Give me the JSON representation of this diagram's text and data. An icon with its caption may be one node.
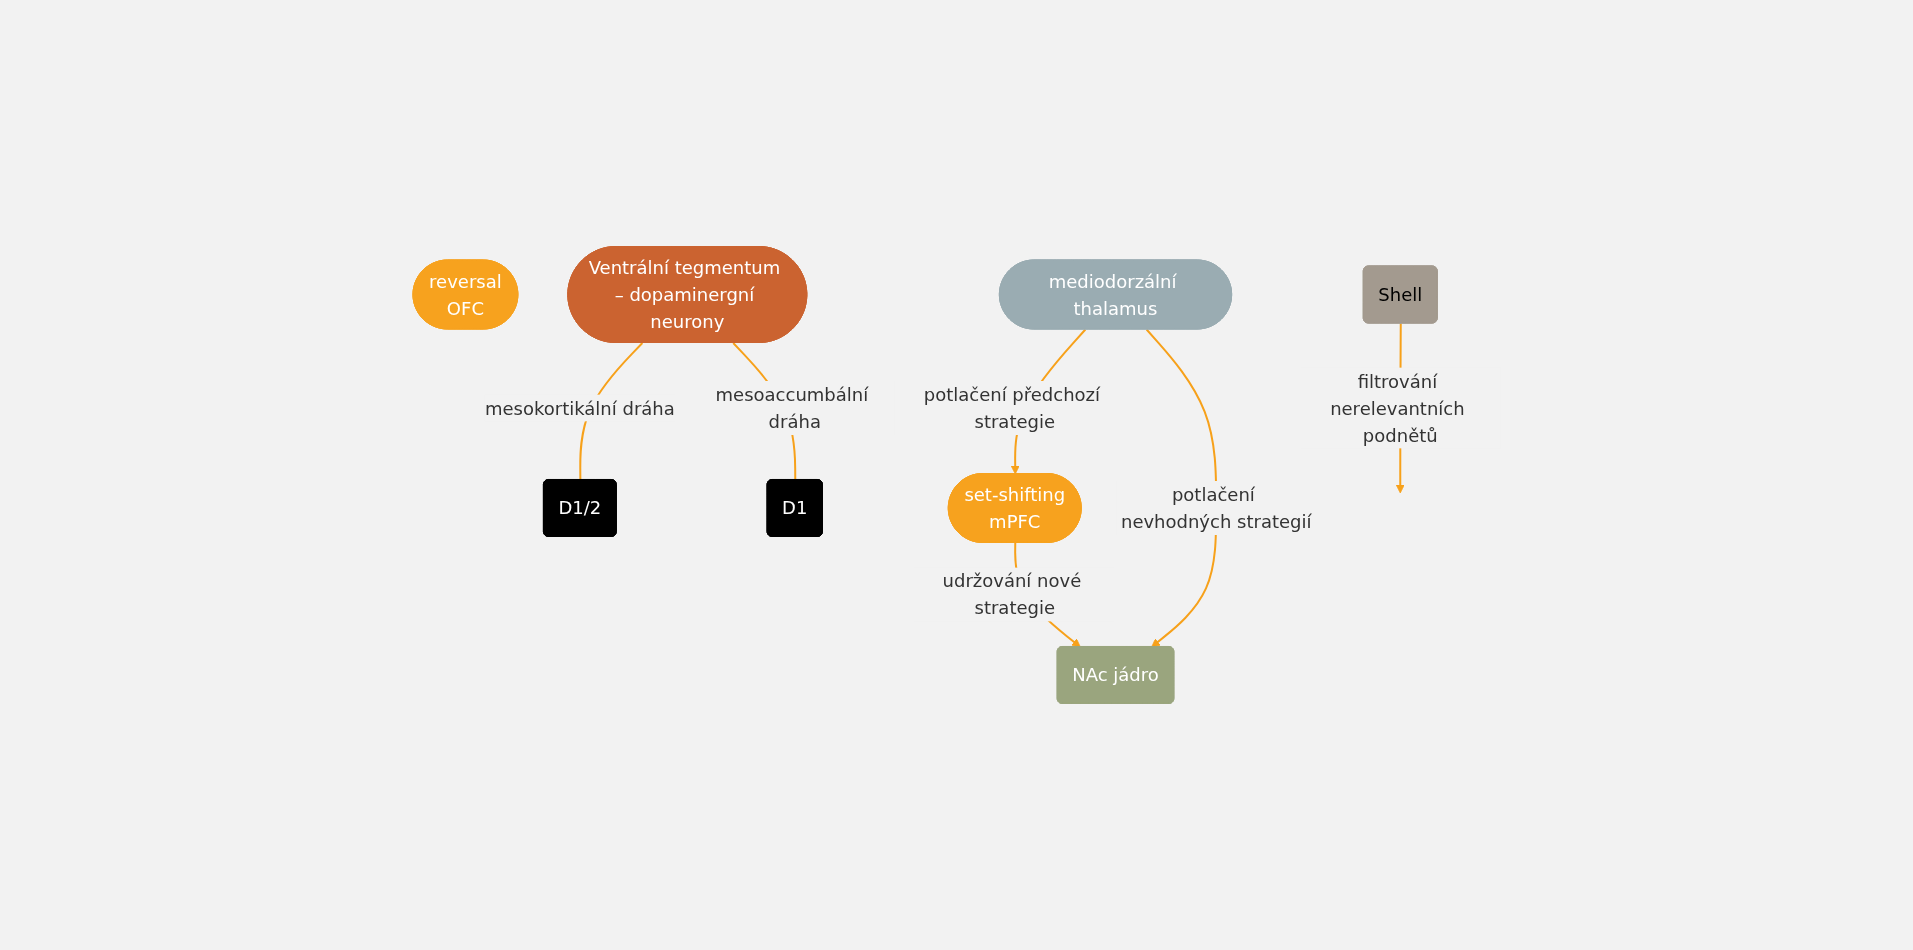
{
  "diagram": {
    "nodes": [
      {
        "text": [
          "set-shifting",
          "mPFC"
        ]
      },
      {
        "text": [
          "D1/2"
        ]
      },
      {
        "text": [
          "reversal",
          "OFC"
        ]
      },
      {
        "text": [
          "mediodorzální thalamus"
        ]
      },
      {
        "text": [
          "Shell"
        ]
      },
      {
        "text": [
          "NAc jádro"
        ]
      },
      {
        "text": [
          "D1"
        ]
      },
      {
        "text": [
          "Ventrální tegmentum – dopaminergní neurony"
        ]
      }
    ],
    "edges": [
      {
        "from": 7,
        "to": 1,
        "arrow": "none",
        "label": "mesokortikální dráha"
      },
      {
        "from": 3,
        "to": 0,
        "arrow": "to",
        "label": "potlačení předchozí strategie"
      },
      {
        "from": 0,
        "to": 5,
        "arrow": "to",
        "label": "udržování nové strategie"
      },
      {
        "from": 3,
        "to": 5,
        "arrow": "to",
        "label": "potlačení nevhodných strategií"
      },
      {
        "from": 7,
        "to": 6,
        "arrow": "none",
        "label": "mesoaccumbální dráha"
      },
      {
        "from": 4,
        "to": null,
        "arrow": "to",
        "label": "filtrování nerelevantních podnětů"
      }
    ]
  }
}
